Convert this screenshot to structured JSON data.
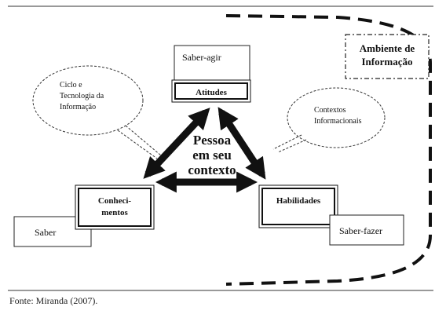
{
  "diagram": {
    "ambiente": {
      "line1": "Ambiente de",
      "line2": "Informação"
    },
    "saber_agir": "Saber-agir",
    "atitudes": "Atitudes",
    "ciclo": {
      "line1": "Ciclo e",
      "line2": "Tecnologia da",
      "line3": "Informação"
    },
    "contextos": {
      "line1": "Contextos",
      "line2": "Informacionais"
    },
    "center": {
      "line1": "Pessoa",
      "line2": "em seu",
      "line3": "contexto"
    },
    "conhecimentos": {
      "line1": "Conheci-",
      "line2": "mentos"
    },
    "habilidades": "Habilidades",
    "saber": "Saber",
    "saber_fazer": "Saber-fazer"
  },
  "caption": "Fonte: Miranda (2007)."
}
